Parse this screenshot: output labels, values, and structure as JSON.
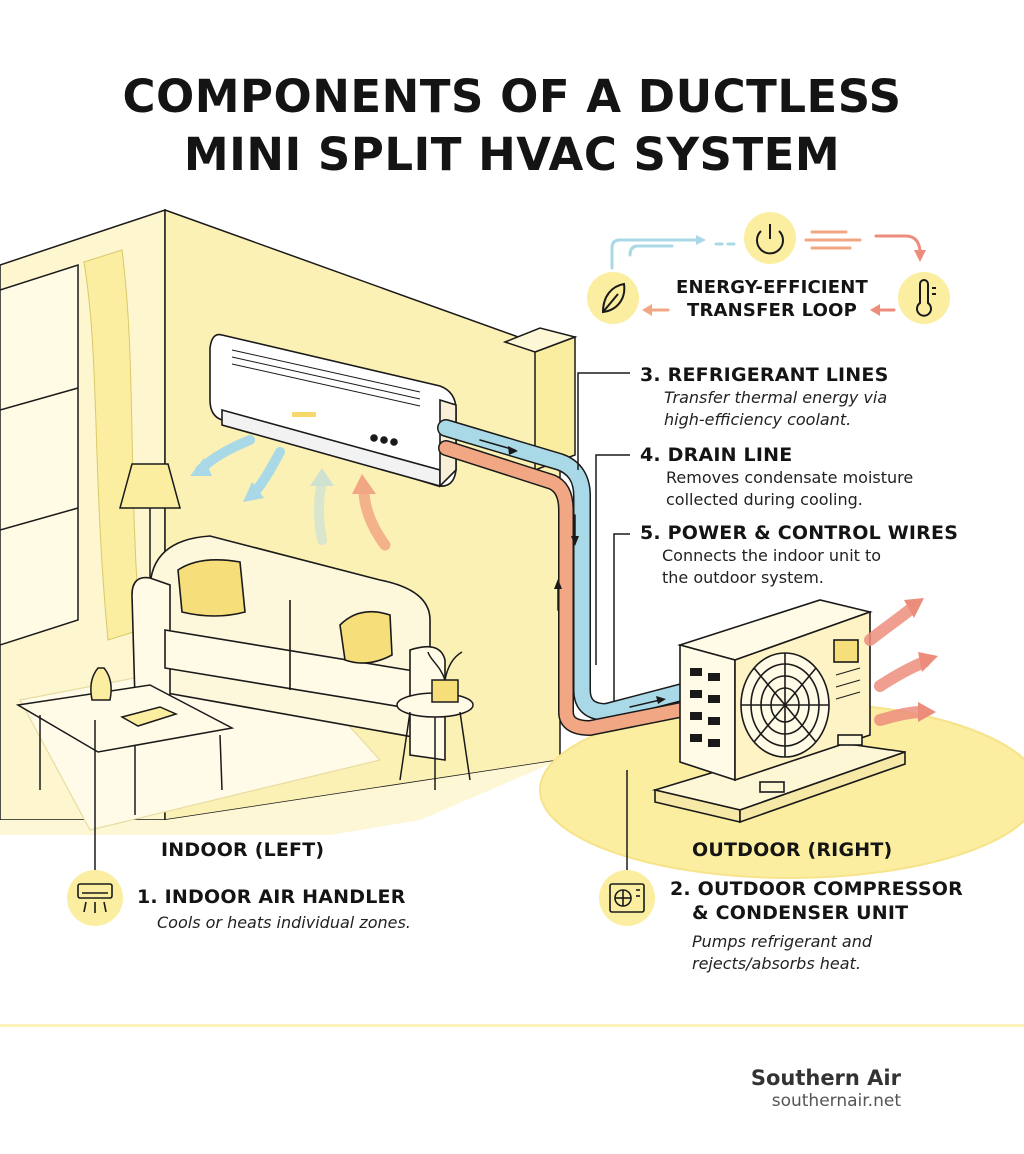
{
  "title_line1": "COMPONENTS OF A DUCTLESS",
  "title_line2": "MINI SPLIT HVAC SYSTEM",
  "loop": {
    "title_line1": "ENERGY-EFFICIENT",
    "title_line2": "TRANSFER LOOP",
    "icons": [
      "power-icon",
      "leaf-icon",
      "thermometer-icon"
    ]
  },
  "components": {
    "refrigerant": {
      "heading": "3. REFRIGERANT LINES",
      "desc1": "Transfer thermal energy via",
      "desc2": "high-efficiency coolant."
    },
    "drain": {
      "heading": "4. DRAIN LINE",
      "desc1": "Removes condensate moisture",
      "desc2": "collected during cooling."
    },
    "power": {
      "heading": "5. POWER & CONTROL WIRES",
      "desc1": "Connects the indoor unit to",
      "desc2": "the outdoor system."
    },
    "indoor_unit": {
      "heading": "1. INDOOR AIR HANDLER",
      "desc": "Cools or heats individual zones."
    },
    "outdoor_unit": {
      "heading1": "2. OUTDOOR COMPRESSOR",
      "heading2": "& CONDENSER UNIT",
      "desc1": "Pumps refrigerant and",
      "desc2": "rejects/absorbs heat."
    }
  },
  "sections": {
    "indoor": "INDOOR (LEFT)",
    "outdoor": "OUTDOOR (RIGHT)"
  },
  "brand": {
    "name": "Southern Air",
    "url": "southernair.net"
  },
  "colors": {
    "yellow": "#fbeea0",
    "pale_yellow": "#fdf7d2",
    "blue_line": "#a9d8e6",
    "orange_line": "#f2a784",
    "red_arrow": "#ec8d7c",
    "ink": "#141414"
  }
}
